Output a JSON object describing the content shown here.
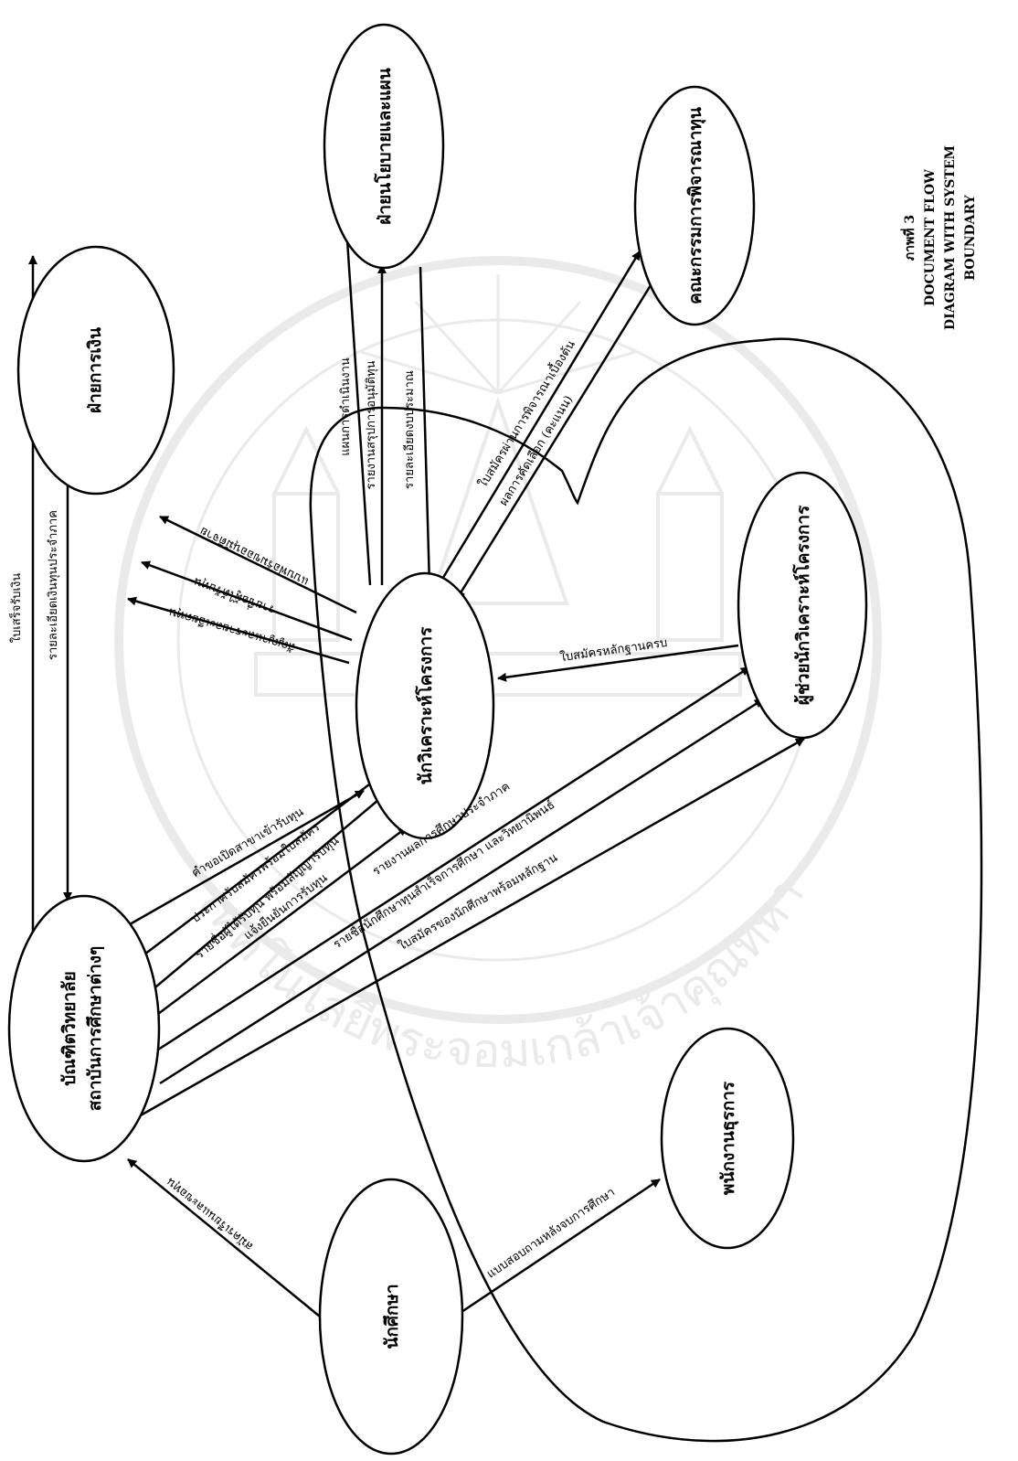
{
  "caption": {
    "figure_label": "ภาพที่ 3",
    "title_line1": "DOCUMENT FLOW",
    "title_line2": "DIAGRAM WITH SYSTEM",
    "title_line3": "BOUNDARY"
  },
  "nodes": {
    "graduate_school": {
      "line1": "บัณฑิตวิทยาลัย",
      "line2": "สถาบันการศึกษาต่างๆ"
    },
    "finance": {
      "label": "ฝ่ายการเงิน"
    },
    "policy_planning": {
      "label": "ฝ่ายนโยบายและแผน"
    },
    "committee": {
      "label": "คณะกรรมการพิจารณาทุน"
    },
    "project_analyst": {
      "label": "นักวิเคราะห์โครงการ"
    },
    "assistant_analyst": {
      "label": "ผู้ช่วยนักวิเคราะห์โครงการ"
    },
    "student": {
      "label": "นักศึกษา"
    },
    "staff": {
      "label": "พนักงานธุรการ"
    }
  },
  "flows": {
    "receipt": "ใบเสร็จรับเงิน",
    "budget_detail": "รายละเอียดเงินทุนประจำภาค",
    "request_funding": "คำขอเปิดสาขาเข้ารับทุน",
    "announce_application": "ประกาศรับสมัครพร้อมใบสมัคร",
    "recipients_list": "รายชื่อผู้ได้รับทุน พร้อมสัญญารับทุน",
    "notify_receipt": "แจ้งยืนยันการรับทุน",
    "semester_report": "รายงานผลการศึกษาประจำภาค",
    "graduates_list": "รายชื่อนักศึกษาทุนสำเร็จการศึกษา และวิทยานิพนธ์",
    "application_with_evidence": "ใบสมัครของนักศึกษาพร้อมหลักฐาน",
    "fin_flow1": "แบบฟอร์มขออนุมัติจ่าย",
    "fin_flow2": "รายชื่อผู้ได้รับทุน",
    "fin_flow3": "สัญญาและรายละเอียดทุน",
    "policy_flow1": "แผนการดำเนินงาน",
    "policy_flow2": "รายงานสรุปการอนุมัติทุน",
    "policy_flow3": "รายละเอียดงบประมาณ",
    "committee_flow1": "ใบสมัครผ่านการพิจารณาเบื้องต้น",
    "committee_flow2": "ผลการคัดเลือก (คะแนน)",
    "evidence_complete": "ใบสมัครหลักฐานครบ",
    "student_to_grad": "สมัครเรียนและขอทุน",
    "survey": "แบบสอบถามหลังจบการศึกษา"
  },
  "watermark": {
    "text": "มหาวิทยาลัยเทคโนโลยีพระจอมเกล้าเจ้าคุณทหารลาดกระบัง"
  }
}
